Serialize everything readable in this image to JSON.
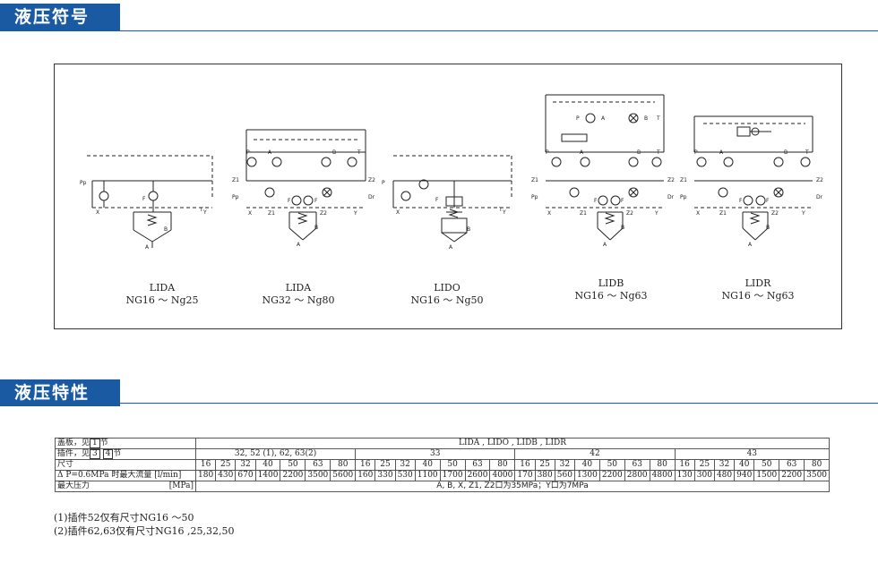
{
  "section1": {
    "title": "液压符号"
  },
  "section2": {
    "title": "液压特性"
  },
  "diagram_labels": {
    "P": "P",
    "A": "A",
    "B": "B",
    "T": "T",
    "X": "X",
    "Y": "Y",
    "F": "F",
    "Z1": "Z1",
    "Z2": "Z2",
    "Pp": "Pp",
    "Dr": "Dr"
  },
  "diagrams": [
    {
      "name": "LIDA",
      "size": "NG16 ～ Ng25"
    },
    {
      "name": "LIDA",
      "size": "NG32 ～ Ng80"
    },
    {
      "name": "LIDO",
      "size": "NG16 ～ Ng50"
    },
    {
      "name": "LIDB",
      "size": "NG16 ～ Ng63"
    },
    {
      "name": "LIDR",
      "size": "NG16 ～ Ng63"
    }
  ],
  "table": {
    "row_cover": {
      "label_pre": "盖板，见",
      "label_n1": "1",
      "label_post": "节",
      "value": "LIDA , LIDO , LIDB , LIDR"
    },
    "row_insert": {
      "label_pre": "插件，见",
      "label_n1": "3",
      "label_n2": "4",
      "label_post": "节",
      "groups": [
        "32, 52 (1), 62, 63(2)",
        "33",
        "42",
        "43"
      ]
    },
    "row_size": {
      "label": "尺寸",
      "values": [
        "16",
        "25",
        "32",
        "40",
        "50",
        "63",
        "80",
        "16",
        "25",
        "32",
        "40",
        "50",
        "63",
        "80",
        "16",
        "25",
        "32",
        "40",
        "50",
        "63",
        "80",
        "16",
        "25",
        "32",
        "40",
        "50",
        "63",
        "80"
      ]
    },
    "row_flow": {
      "label": "Δ P=0.6MPa 时最大流量 [l/min]",
      "values": [
        "180",
        "430",
        "670",
        "1400",
        "2200",
        "3500",
        "5600",
        "160",
        "330",
        "530",
        "1100",
        "1700",
        "2600",
        "4000",
        "170",
        "380",
        "560",
        "1300",
        "2200",
        "2800",
        "4800",
        "130",
        "300",
        "480",
        "940",
        "1500",
        "2200",
        "3500"
      ]
    },
    "row_pressure": {
      "label": "最大压力",
      "unit": "[MPa]",
      "value": "A, B, X, Z1, Z2口为35MPa；Y口为7MPa"
    }
  },
  "notes": [
    "(1)插件52仅有尺寸NG16 ～50",
    "(2)插件62,63仅有尺寸NG16 ,25,32,50"
  ]
}
